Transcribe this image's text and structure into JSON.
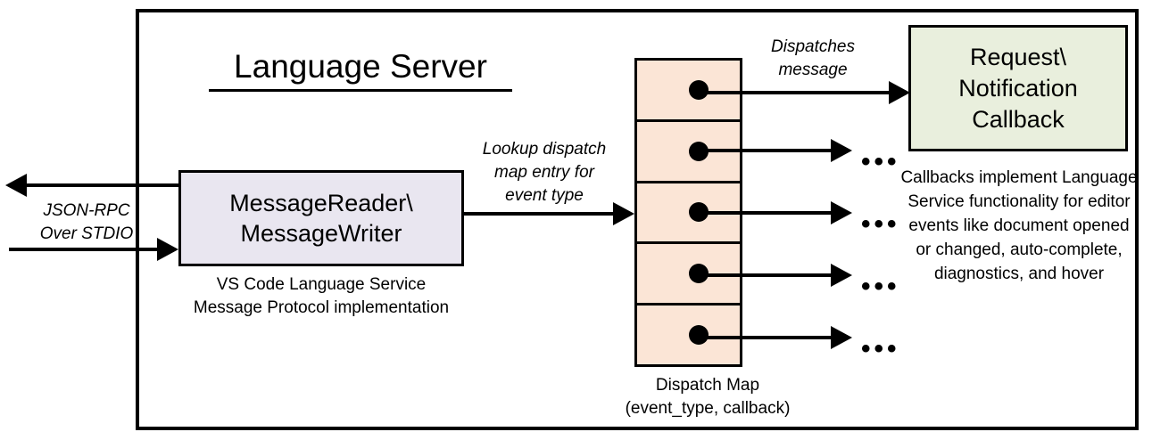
{
  "diagram": {
    "title": "Language Server",
    "frame_label": "Language Server"
  },
  "message_node": {
    "label": "MessageReader\\\nMessageWriter",
    "line1": "MessageReader\\",
    "line2": "MessageWriter",
    "caption_line1": "VS Code Language Service",
    "caption_line2": "Message Protocol implementation",
    "fill_color": "#E9E6F0"
  },
  "dispatch_map": {
    "caption_line1": "Dispatch Map",
    "caption_line2": "(event_type, callback)",
    "fill_color": "#FBE5D6",
    "cell_count": 5,
    "cells": [
      {
        "index": 0,
        "has_dot": true,
        "outgoing": "callback-box"
      },
      {
        "index": 1,
        "has_dot": true,
        "outgoing": "ellipsis"
      },
      {
        "index": 2,
        "has_dot": true,
        "outgoing": "ellipsis"
      },
      {
        "index": 3,
        "has_dot": true,
        "outgoing": "ellipsis"
      },
      {
        "index": 4,
        "has_dot": true,
        "outgoing": "ellipsis"
      }
    ],
    "ellipsis_glyph": "•••"
  },
  "callback_node": {
    "line1": "Request\\",
    "line2": "Notification",
    "line3": "Callback",
    "fill_color": "#E9EFDD",
    "caption": "Callbacks implement Language Service functionality for editor events like document opened or changed, auto-complete, diagnostics, and hover"
  },
  "edges": {
    "external_label_line1": "JSON-RPC",
    "external_label_line2": "Over STDIO",
    "lookup_label_line1": "Lookup dispatch",
    "lookup_label_line2": "map entry for",
    "lookup_label_line3": "event type",
    "dispatches_label_line1": "Dispatches",
    "dispatches_label_line2": "message"
  },
  "style": {
    "stroke_color": "#000000",
    "background": "#FFFFFF"
  }
}
